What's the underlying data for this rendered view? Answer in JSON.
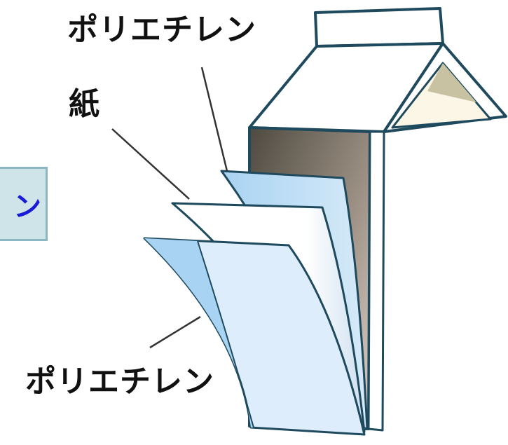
{
  "labels": {
    "polyethylene_top": "ポリエチレン",
    "paper": "紙",
    "polyethylene_bottom": "ポリエチレン",
    "side_box_fragment": "ン"
  },
  "colors": {
    "outline": "#1f4a5e",
    "carton_white": "#ffffff",
    "gable_inner": "#fbf6e6",
    "gable_shadow": "#c8c2a2",
    "side_panel_dark": "#5a5448",
    "side_panel_light": "#d8ccc4",
    "poly_blue": "#cfe6f8",
    "poly_light": "#e4f0fb",
    "paper_white": "#ffffff",
    "side_box_bg": "#cfe4e8",
    "side_box_text": "#1a1ad8"
  },
  "icons": [
    "milk-carton-illustration"
  ]
}
